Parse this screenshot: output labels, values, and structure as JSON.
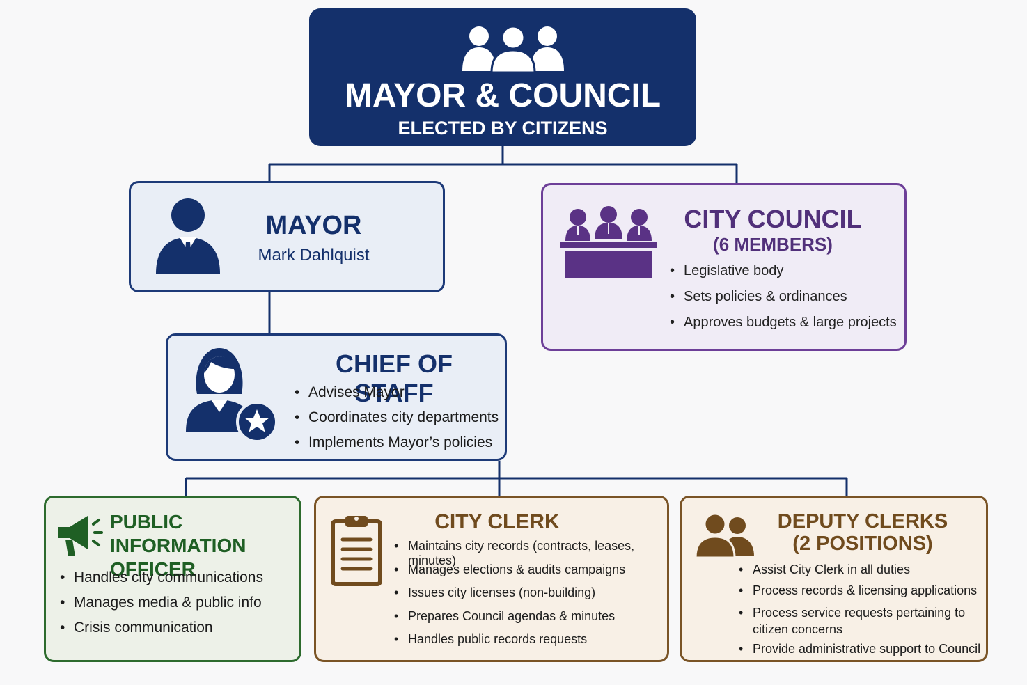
{
  "top": {
    "title": "MAYOR & COUNCIL",
    "subtitle": "ELECTED BY CITIZENS",
    "icon": "group-icon"
  },
  "mayor": {
    "title": "MAYOR",
    "name": "Mark Dahlquist",
    "icon": "businessman-icon"
  },
  "council": {
    "title": "CITY COUNCIL",
    "subtitle": "(6 MEMBERS)",
    "icon": "council-bench-icon",
    "bullets": [
      "Legislative body",
      "Sets policies & ordinances",
      "Approves budgets & large projects"
    ]
  },
  "chief": {
    "title": "CHIEF OF STAFF",
    "icon": "woman-star-icon",
    "bullets": [
      "Advises Mayor",
      "Coordinates city departments",
      "Implements Mayor’s policies"
    ]
  },
  "pio": {
    "title_line1": "PUBLIC INFORMATION",
    "title_line2": "OFFICER",
    "icon": "megaphone-icon",
    "bullets": [
      "Handles city communications",
      "Manages media & public info",
      "Crisis communication"
    ]
  },
  "clerk": {
    "title": "CITY CLERK",
    "icon": "clipboard-icon",
    "bullets": [
      "Maintains city records (contracts, leases, minutes)",
      "Manages elections & audits campaigns",
      "Issues city licenses (non-building)",
      "Prepares Council agendas & minutes",
      "Handles public records requests"
    ]
  },
  "deputy": {
    "title_line1": "DEPUTY CLERKS",
    "title_line2": "(2 POSITIONS)",
    "icon": "two-people-icon",
    "bullets": [
      "Assist City Clerk in all duties",
      "Process records & licensing applications",
      "Process service requests pertaining to citizen concerns",
      "Provide administrative support to Council"
    ]
  },
  "colors": {
    "navy": "#14306b",
    "purple": "#51307a",
    "green": "#1f5f24",
    "brown": "#704b1e"
  }
}
